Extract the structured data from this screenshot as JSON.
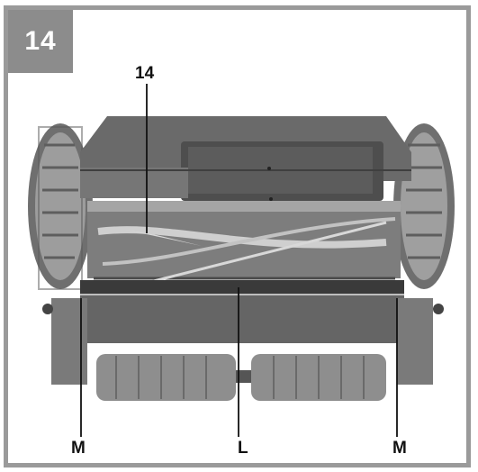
{
  "figure": {
    "step_number": "14",
    "callouts": {
      "top": "14",
      "left_m": "M",
      "center_l": "L",
      "right_m": "M"
    }
  },
  "colors": {
    "frame": "#9a9a9a",
    "badge": "#8c8c8c"
  }
}
